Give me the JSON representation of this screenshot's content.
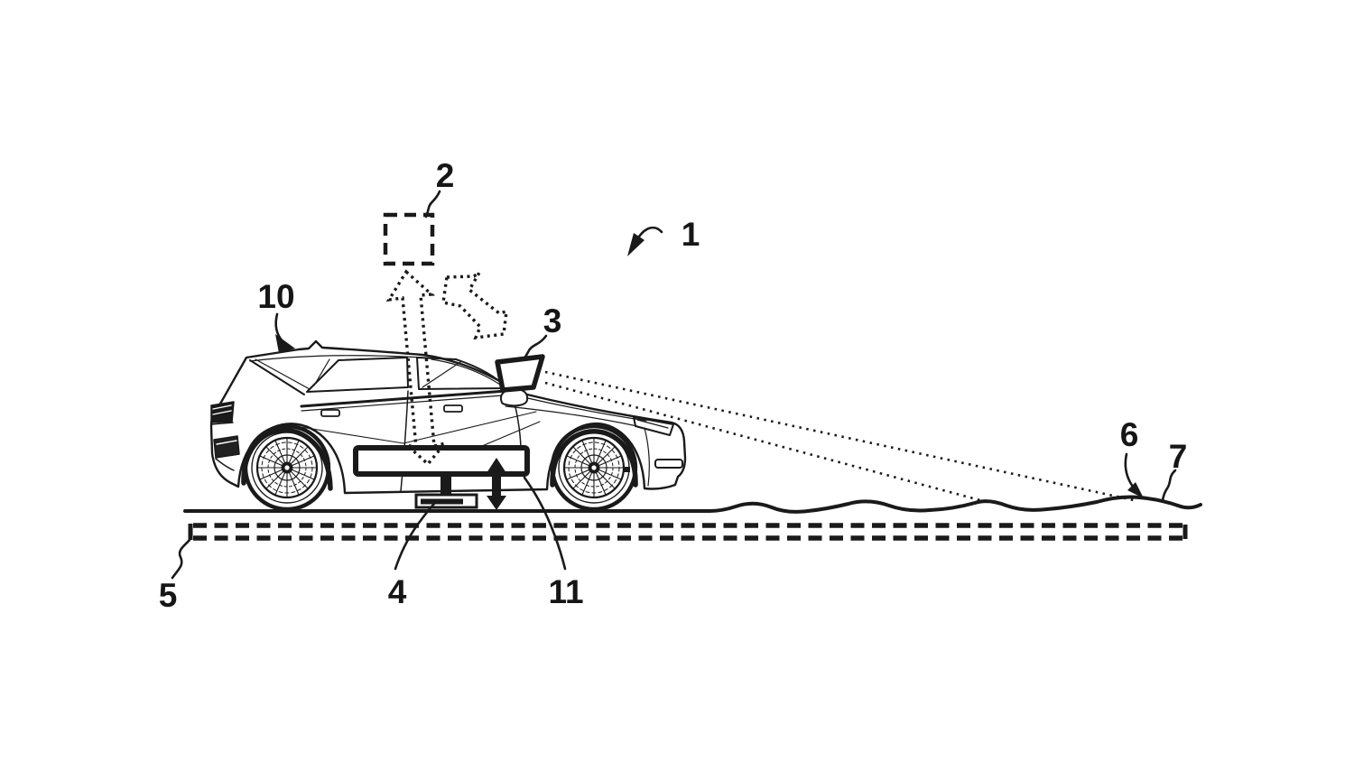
{
  "figure": {
    "background": "#ffffff",
    "ink": "#1a1a1a",
    "labels": [
      {
        "text": "1"
      },
      {
        "text": "2"
      },
      {
        "text": "3"
      },
      {
        "text": "4"
      },
      {
        "text": "5"
      },
      {
        "text": "6"
      },
      {
        "text": "7"
      },
      {
        "text": "10"
      },
      {
        "text": "11"
      }
    ]
  }
}
